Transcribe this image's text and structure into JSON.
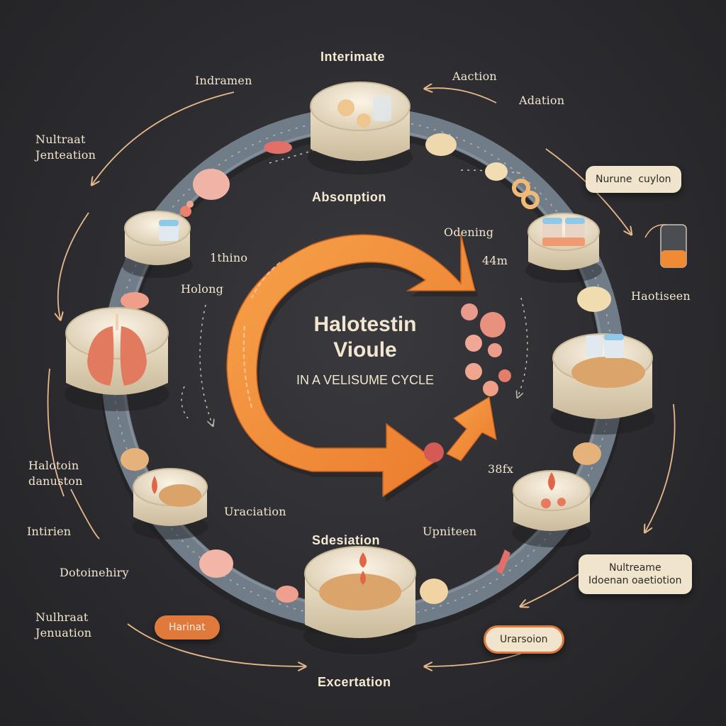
{
  "title": {
    "line1": "Halotestin",
    "line2": "Vioule",
    "subtitle": "IN A VELISUME CYCLE"
  },
  "stages": {
    "top": "Interimate",
    "top_inner": "Absoпption",
    "bottom_inner": "Sdesiation",
    "bottom": "Excertation"
  },
  "labels": {
    "top_left": "Indramen",
    "top_right_1": "Aaction",
    "top_right_2": "Adation",
    "left_upper": "Nultraat\nJenteation",
    "inner_left_1": "1thino",
    "inner_left_2": "Holong",
    "inner_right_1": "Odening",
    "inner_right_2": "44m",
    "right_middle": "Haotiseen",
    "left_lower": "Halotoin\ndanuston",
    "left_intirien": "Intirien",
    "left_doto": "Dotoinehiry",
    "left_bottom": "Nulhraat\nJenuation",
    "inner_bottom_left": "Uraciation",
    "inner_bottom_right": "Upniteen",
    "inner_arrow_right": "38fx"
  },
  "callouts": {
    "right_top": "Nurune  cuylon",
    "right_bottom": "Nultreame\nIdoenan oaetiotion"
  },
  "pills": {
    "bottom_left": "Harinat",
    "bottom_right": "Urarsoion"
  },
  "colors": {
    "background": "#2c2c30",
    "ring": "#6f7c88",
    "accent_orange": "#f08a35",
    "cream": "#f1e4cc"
  }
}
